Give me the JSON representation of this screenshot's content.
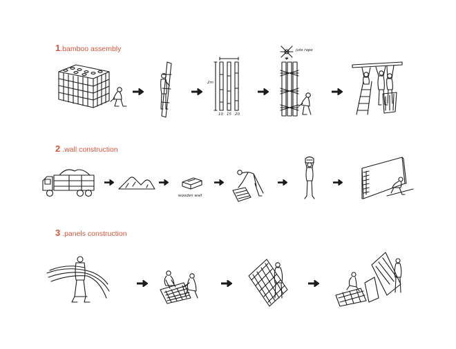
{
  "accent_color": "#d5553a",
  "sections": [
    {
      "number": "1",
      "title": ".bamboo assembly"
    },
    {
      "number": "2",
      "title": " .wall construction"
    },
    {
      "number": "3",
      "title": " .panels construction"
    }
  ],
  "labels": {
    "jute_rope": "jute rope",
    "wooden_wall": "wooden wall",
    "dim_1": "10",
    "dim_2": "15",
    "dim_3": "20",
    "dim_height": "2m"
  },
  "icons": [
    "arrow-right-icon"
  ]
}
